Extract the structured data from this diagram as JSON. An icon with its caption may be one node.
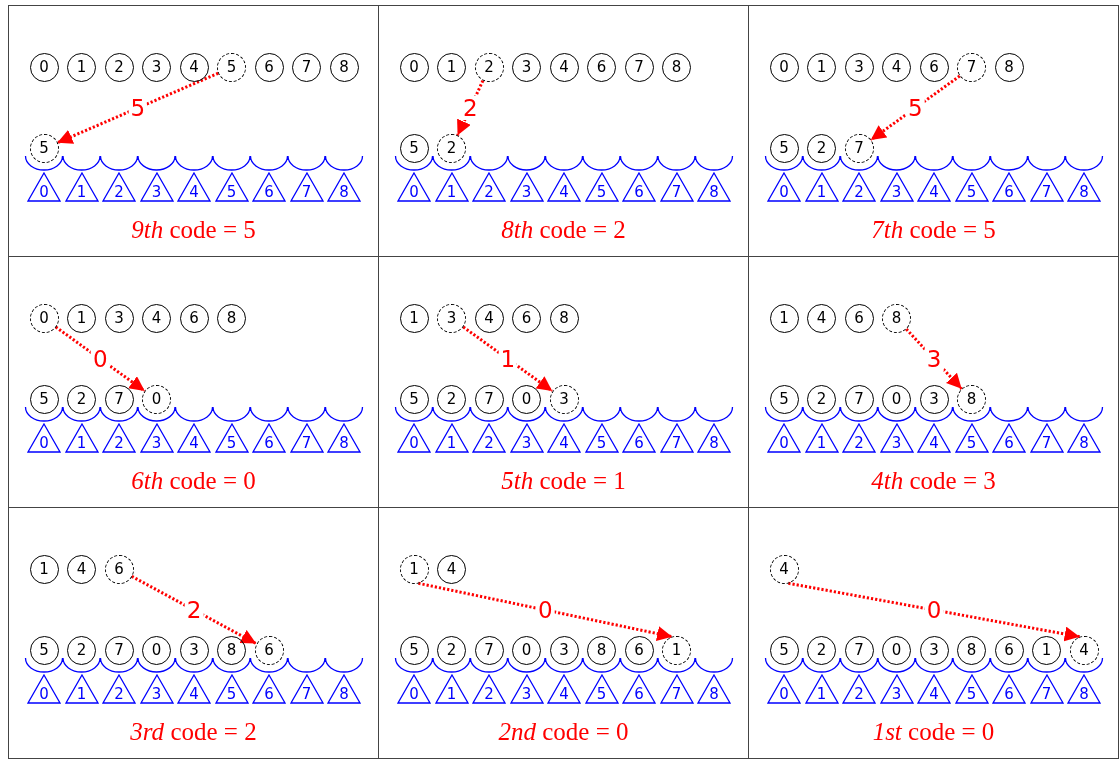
{
  "diagram": {
    "nodes": [
      {
        "text": [
          "*9th* code = 5"
        ]
      },
      {
        "text": [
          "0"
        ],
        "in": 0
      },
      {
        "text": [
          "1"
        ],
        "in": 0
      },
      {
        "text": [
          "2"
        ],
        "in": 0
      },
      {
        "text": [
          "3"
        ],
        "in": 0
      },
      {
        "text": [
          "4"
        ],
        "in": 0
      },
      {
        "text": [
          "5"
        ],
        "in": 0
      },
      {
        "text": [
          "6"
        ],
        "in": 0
      },
      {
        "text": [
          "7"
        ],
        "in": 0
      },
      {
        "text": [
          "8"
        ],
        "in": 0
      },
      {
        "text": [
          "5"
        ],
        "in": 0
      },
      {
        "text": [
          "0"
        ],
        "in": 0
      },
      {
        "text": [
          "1"
        ],
        "in": 0
      },
      {
        "text": [
          "2"
        ],
        "in": 0
      },
      {
        "text": [
          "3"
        ],
        "in": 0
      },
      {
        "text": [
          "4"
        ],
        "in": 0
      },
      {
        "text": [
          "5"
        ],
        "in": 0
      },
      {
        "text": [
          "6"
        ],
        "in": 0
      },
      {
        "text": [
          "7"
        ],
        "in": 0
      },
      {
        "text": [
          "8"
        ],
        "in": 0
      },
      {
        "text": [
          "*8th* code = 2"
        ]
      },
      {
        "text": [
          "0"
        ],
        "in": 20
      },
      {
        "text": [
          "1"
        ],
        "in": 20
      },
      {
        "text": [
          "2"
        ],
        "in": 20
      },
      {
        "text": [
          "3"
        ],
        "in": 20
      },
      {
        "text": [
          "4"
        ],
        "in": 20
      },
      {
        "text": [
          "6"
        ],
        "in": 20
      },
      {
        "text": [
          "7"
        ],
        "in": 20
      },
      {
        "text": [
          "8"
        ],
        "in": 20
      },
      {
        "text": [
          "5"
        ],
        "in": 20
      },
      {
        "text": [
          "2"
        ],
        "in": 20
      },
      {
        "text": [
          "0"
        ],
        "in": 20
      },
      {
        "text": [
          "1"
        ],
        "in": 20
      },
      {
        "text": [
          "2"
        ],
        "in": 20
      },
      {
        "text": [
          "3"
        ],
        "in": 20
      },
      {
        "text": [
          "4"
        ],
        "in": 20
      },
      {
        "text": [
          "5"
        ],
        "in": 20
      },
      {
        "text": [
          "6"
        ],
        "in": 20
      },
      {
        "text": [
          "7"
        ],
        "in": 20
      },
      {
        "text": [
          "8"
        ],
        "in": 20
      },
      {
        "text": [
          "*7th* code = 5"
        ]
      },
      {
        "text": [
          "0"
        ],
        "in": 40
      },
      {
        "text": [
          "1"
        ],
        "in": 40
      },
      {
        "text": [
          "3"
        ],
        "in": 40
      },
      {
        "text": [
          "4"
        ],
        "in": 40
      },
      {
        "text": [
          "6"
        ],
        "in": 40
      },
      {
        "text": [
          "7"
        ],
        "in": 40
      },
      {
        "text": [
          "8"
        ],
        "in": 40
      },
      {
        "text": [
          "5"
        ],
        "in": 40
      },
      {
        "text": [
          "2"
        ],
        "in": 40
      },
      {
        "text": [
          "7"
        ],
        "in": 40
      },
      {
        "text": [
          "0"
        ],
        "in": 40
      },
      {
        "text": [
          "1"
        ],
        "in": 40
      },
      {
        "text": [
          "2"
        ],
        "in": 40
      },
      {
        "text": [
          "3"
        ],
        "in": 40
      },
      {
        "text": [
          "4"
        ],
        "in": 40
      },
      {
        "text": [
          "5"
        ],
        "in": 40
      },
      {
        "text": [
          "6"
        ],
        "in": 40
      },
      {
        "text": [
          "7"
        ],
        "in": 40
      },
      {
        "text": [
          "8"
        ],
        "in": 40
      },
      {
        "text": [
          "*6th* code = 0"
        ]
      },
      {
        "text": [
          "0"
        ],
        "in": 60
      },
      {
        "text": [
          "1"
        ],
        "in": 60
      },
      {
        "text": [
          "3"
        ],
        "in": 60
      },
      {
        "text": [
          "4"
        ],
        "in": 60
      },
      {
        "text": [
          "6"
        ],
        "in": 60
      },
      {
        "text": [
          "8"
        ],
        "in": 60
      },
      {
        "text": [
          "5"
        ],
        "in": 60
      },
      {
        "text": [
          "2"
        ],
        "in": 60
      },
      {
        "text": [
          "7"
        ],
        "in": 60
      },
      {
        "text": [
          "0"
        ],
        "in": 60
      },
      {
        "text": [
          "0"
        ],
        "in": 60
      },
      {
        "text": [
          "1"
        ],
        "in": 60
      },
      {
        "text": [
          "2"
        ],
        "in": 60
      },
      {
        "text": [
          "3"
        ],
        "in": 60
      },
      {
        "text": [
          "4"
        ],
        "in": 60
      },
      {
        "text": [
          "5"
        ],
        "in": 60
      },
      {
        "text": [
          "6"
        ],
        "in": 60
      },
      {
        "text": [
          "7"
        ],
        "in": 60
      },
      {
        "text": [
          "8"
        ],
        "in": 60
      },
      {
        "text": [
          "*5th* code = 1"
        ]
      },
      {
        "text": [
          "1"
        ],
        "in": 80
      },
      {
        "text": [
          "3"
        ],
        "in": 80
      },
      {
        "text": [
          "4"
        ],
        "in": 80
      },
      {
        "text": [
          "6"
        ],
        "in": 80
      },
      {
        "text": [
          "8"
        ],
        "in": 80
      },
      {
        "text": [
          "5"
        ],
        "in": 80
      },
      {
        "text": [
          "2"
        ],
        "in": 80
      },
      {
        "text": [
          "7"
        ],
        "in": 80
      },
      {
        "text": [
          "0"
        ],
        "in": 80
      },
      {
        "text": [
          "3"
        ],
        "in": 80
      },
      {
        "text": [
          "0"
        ],
        "in": 80
      },
      {
        "text": [
          "1"
        ],
        "in": 80
      },
      {
        "text": [
          "2"
        ],
        "in": 80
      },
      {
        "text": [
          "3"
        ],
        "in": 80
      },
      {
        "text": [
          "4"
        ],
        "in": 80
      },
      {
        "text": [
          "5"
        ],
        "in": 80
      },
      {
        "text": [
          "6"
        ],
        "in": 80
      },
      {
        "text": [
          "7"
        ],
        "in": 80
      },
      {
        "text": [
          "8"
        ],
        "in": 80
      },
      {
        "text": [
          "*4th* code = 3"
        ]
      },
      {
        "text": [
          "1"
        ],
        "in": 100
      },
      {
        "text": [
          "4"
        ],
        "in": 100
      },
      {
        "text": [
          "6"
        ],
        "in": 100
      },
      {
        "text": [
          "8"
        ],
        "in": 100
      },
      {
        "text": [
          "5"
        ],
        "in": 100
      },
      {
        "text": [
          "2"
        ],
        "in": 100
      },
      {
        "text": [
          "7"
        ],
        "in": 100
      },
      {
        "text": [
          "0"
        ],
        "in": 100
      },
      {
        "text": [
          "3"
        ],
        "in": 100
      },
      {
        "text": [
          "8"
        ],
        "in": 100
      },
      {
        "text": [
          "0"
        ],
        "in": 100
      },
      {
        "text": [
          "1"
        ],
        "in": 100
      },
      {
        "text": [
          "2"
        ],
        "in": 100
      },
      {
        "text": [
          "3"
        ],
        "in": 100
      },
      {
        "text": [
          "4"
        ],
        "in": 100
      },
      {
        "text": [
          "5"
        ],
        "in": 100
      },
      {
        "text": [
          "6"
        ],
        "in": 100
      },
      {
        "text": [
          "7"
        ],
        "in": 100
      },
      {
        "text": [
          "8"
        ],
        "in": 100
      },
      {
        "text": [
          "*3rd* code = 2"
        ]
      },
      {
        "text": [
          "1"
        ],
        "in": 120
      },
      {
        "text": [
          "4"
        ],
        "in": 120
      },
      {
        "text": [
          "6"
        ],
        "in": 120
      },
      {
        "text": [
          "5"
        ],
        "in": 120
      },
      {
        "text": [
          "2"
        ],
        "in": 120
      },
      {
        "text": [
          "7"
        ],
        "in": 120
      },
      {
        "text": [
          "0"
        ],
        "in": 120
      },
      {
        "text": [
          "3"
        ],
        "in": 120
      },
      {
        "text": [
          "8"
        ],
        "in": 120
      },
      {
        "text": [
          "6"
        ],
        "in": 120
      },
      {
        "text": [
          "0"
        ],
        "in": 120
      },
      {
        "text": [
          "1"
        ],
        "in": 120
      },
      {
        "text": [
          "2"
        ],
        "in": 120
      },
      {
        "text": [
          "3"
        ],
        "in": 120
      },
      {
        "text": [
          "4"
        ],
        "in": 120
      },
      {
        "text": [
          "5"
        ],
        "in": 120
      },
      {
        "text": [
          "6"
        ],
        "in": 120
      },
      {
        "text": [
          "7"
        ],
        "in": 120
      },
      {
        "text": [
          "8"
        ],
        "in": 120
      },
      {
        "text": [
          "*2nd* code = 0"
        ]
      },
      {
        "text": [
          "1"
        ],
        "in": 140
      },
      {
        "text": [
          "4"
        ],
        "in": 140
      },
      {
        "text": [
          "5"
        ],
        "in": 140
      },
      {
        "text": [
          "2"
        ],
        "in": 140
      },
      {
        "text": [
          "7"
        ],
        "in": 140
      },
      {
        "text": [
          "0"
        ],
        "in": 140
      },
      {
        "text": [
          "3"
        ],
        "in": 140
      },
      {
        "text": [
          "8"
        ],
        "in": 140
      },
      {
        "text": [
          "6"
        ],
        "in": 140
      },
      {
        "text": [
          "1"
        ],
        "in": 140
      },
      {
        "text": [
          "0"
        ],
        "in": 140
      },
      {
        "text": [
          "1"
        ],
        "in": 140
      },
      {
        "text": [
          "2"
        ],
        "in": 140
      },
      {
        "text": [
          "3"
        ],
        "in": 140
      },
      {
        "text": [
          "4"
        ],
        "in": 140
      },
      {
        "text": [
          "5"
        ],
        "in": 140
      },
      {
        "text": [
          "6"
        ],
        "in": 140
      },
      {
        "text": [
          "7"
        ],
        "in": 140
      },
      {
        "text": [
          "8"
        ],
        "in": 140
      },
      {
        "text": [
          "*1st* code = 0"
        ]
      },
      {
        "text": [
          "4"
        ],
        "in": 160
      },
      {
        "text": [
          "5"
        ],
        "in": 160
      },
      {
        "text": [
          "2"
        ],
        "in": 160
      },
      {
        "text": [
          "7"
        ],
        "in": 160
      },
      {
        "text": [
          "0"
        ],
        "in": 160
      },
      {
        "text": [
          "3"
        ],
        "in": 160
      },
      {
        "text": [
          "8"
        ],
        "in": 160
      },
      {
        "text": [
          "6"
        ],
        "in": 160
      },
      {
        "text": [
          "1"
        ],
        "in": 160
      },
      {
        "text": [
          "4"
        ],
        "in": 160
      },
      {
        "text": [
          "0"
        ],
        "in": 160
      },
      {
        "text": [
          "1"
        ],
        "in": 160
      },
      {
        "text": [
          "2"
        ],
        "in": 160
      },
      {
        "text": [
          "3"
        ],
        "in": 160
      },
      {
        "text": [
          "4"
        ],
        "in": 160
      },
      {
        "text": [
          "5"
        ],
        "in": 160
      },
      {
        "text": [
          "6"
        ],
        "in": 160
      },
      {
        "text": [
          "7"
        ],
        "in": 160
      },
      {
        "text": [
          "8"
        ],
        "in": 160
      }
    ],
    "edges": [
      {
        "from": 6,
        "to": 10,
        "arrow": "to",
        "label": "5"
      },
      {
        "from": 23,
        "to": 30,
        "arrow": "to",
        "label": "2"
      },
      {
        "from": 46,
        "to": 50,
        "arrow": "to",
        "label": "5"
      },
      {
        "from": 61,
        "to": 70,
        "arrow": "to",
        "label": "0"
      },
      {
        "from": 82,
        "to": 90,
        "arrow": "to",
        "label": "1"
      },
      {
        "from": 104,
        "to": 110,
        "arrow": "to",
        "label": "3"
      },
      {
        "from": 123,
        "to": 130,
        "arrow": "to",
        "label": "2"
      },
      {
        "from": 141,
        "to": 150,
        "arrow": "to",
        "label": "0"
      },
      {
        "from": 161,
        "to": 170,
        "arrow": "to",
        "label": "0"
      }
    ]
  }
}
